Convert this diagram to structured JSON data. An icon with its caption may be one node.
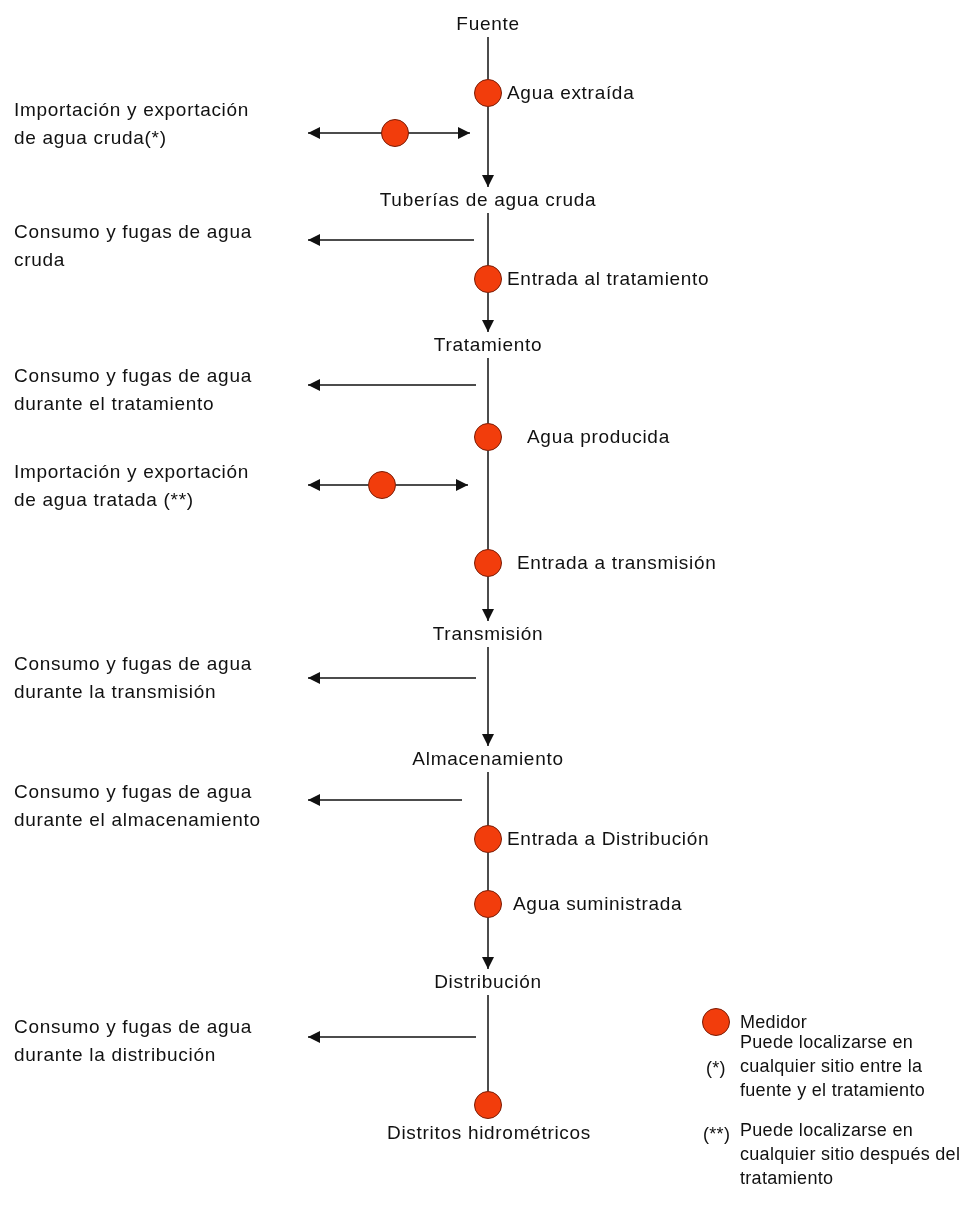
{
  "diagram": {
    "nodes": [
      {
        "text": [
          "Fuente"
        ]
      },
      {
        "text": [],
        "shape": "circle",
        "beside": [
          "Agua extraída"
        ]
      },
      {
        "text": [
          "Importación y exportación de agua cruda(*)"
        ]
      },
      {
        "text": [],
        "shape": "circle"
      },
      {
        "text": [
          "Tuberías de agua cruda"
        ]
      },
      {
        "text": [
          "Consumo y fugas de agua cruda"
        ]
      },
      {
        "text": [],
        "shape": "circle",
        "beside": [
          "Entrada al tratamiento"
        ]
      },
      {
        "text": [
          "Tratamiento"
        ]
      },
      {
        "text": [
          "Consumo y fugas de agua durante el tratamiento"
        ]
      },
      {
        "text": [],
        "shape": "circle",
        "beside": [
          "Agua producida"
        ]
      },
      {
        "text": [
          "Importación y exportación de agua tratada (**)"
        ]
      },
      {
        "text": [],
        "shape": "circle"
      },
      {
        "text": [],
        "shape": "circle",
        "beside": [
          "Entrada a transmisión"
        ]
      },
      {
        "text": [
          "Transmisión"
        ]
      },
      {
        "text": [
          "Consumo y fugas de agua durante la transmisión"
        ]
      },
      {
        "text": [
          "Almacenamiento"
        ]
      },
      {
        "text": [
          "Consumo y fugas de agua durante el almacenamiento"
        ]
      },
      {
        "text": [],
        "shape": "circle",
        "beside": [
          "Entrada a Distribución"
        ]
      },
      {
        "text": [],
        "shape": "circle",
        "beside": [
          "Agua suministrada"
        ]
      },
      {
        "text": [
          "Distribución"
        ]
      },
      {
        "text": [
          "Consumo y fugas de agua durante la distribución"
        ]
      },
      {
        "text": [],
        "shape": "circle",
        "beside": [
          "Distritos hidrométricos"
        ]
      }
    ],
    "edges": [
      {
        "from": 0,
        "to": 1,
        "arrow": "none"
      },
      {
        "from": 1,
        "to": 4,
        "arrow": "to"
      },
      {
        "from": 3,
        "to": 2,
        "arrow": "to"
      },
      {
        "from": 3,
        "to": 1,
        "arrow": "to"
      },
      {
        "from": null,
        "to": 5,
        "arrow": "to"
      },
      {
        "from": 4,
        "to": 6,
        "arrow": "none"
      },
      {
        "from": 6,
        "to": 7,
        "arrow": "to"
      },
      {
        "from": null,
        "to": 8,
        "arrow": "to"
      },
      {
        "from": 7,
        "to": 9,
        "arrow": "none"
      },
      {
        "from": 9,
        "to": 12,
        "arrow": "none"
      },
      {
        "from": 11,
        "to": 10,
        "arrow": "to"
      },
      {
        "from": 11,
        "to": null,
        "arrow": "to"
      },
      {
        "from": 12,
        "to": 13,
        "arrow": "to"
      },
      {
        "from": null,
        "to": 14,
        "arrow": "to"
      },
      {
        "from": 13,
        "to": 15,
        "arrow": "to"
      },
      {
        "from": null,
        "to": 16,
        "arrow": "to"
      },
      {
        "from": 15,
        "to": 17,
        "arrow": "none"
      },
      {
        "from": 17,
        "to": 18,
        "arrow": "none"
      },
      {
        "from": 18,
        "to": 19,
        "arrow": "to"
      },
      {
        "from": null,
        "to": 20,
        "arrow": "to"
      },
      {
        "from": 19,
        "to": 21,
        "arrow": "none"
      }
    ],
    "labels": [
      "(*)",
      "Puede localizarse en cualquier sitio entre la fuente y el tratamiento",
      "(**)",
      "Puede localizarse en cualquier sitio después del tratamiento"
    ],
    "legend": [
      {
        "text": "Medidor",
        "color": "#f23d0c"
      }
    ]
  }
}
